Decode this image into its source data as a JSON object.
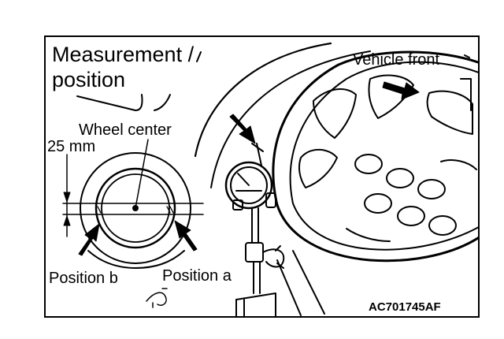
{
  "labels": {
    "measurement": "Measurement /",
    "position": "position",
    "wheel_center": "Wheel center",
    "dimension": "25 mm",
    "vehicle_front": "Vehicle front",
    "position_b": "Position b",
    "position_a": "Position a",
    "figure_code": "AC701745AF"
  },
  "colors": {
    "line": "#000000",
    "background": "#ffffff"
  },
  "icons": [
    "arrow-icon",
    "dial-gauge-icon",
    "wheel-icon"
  ]
}
